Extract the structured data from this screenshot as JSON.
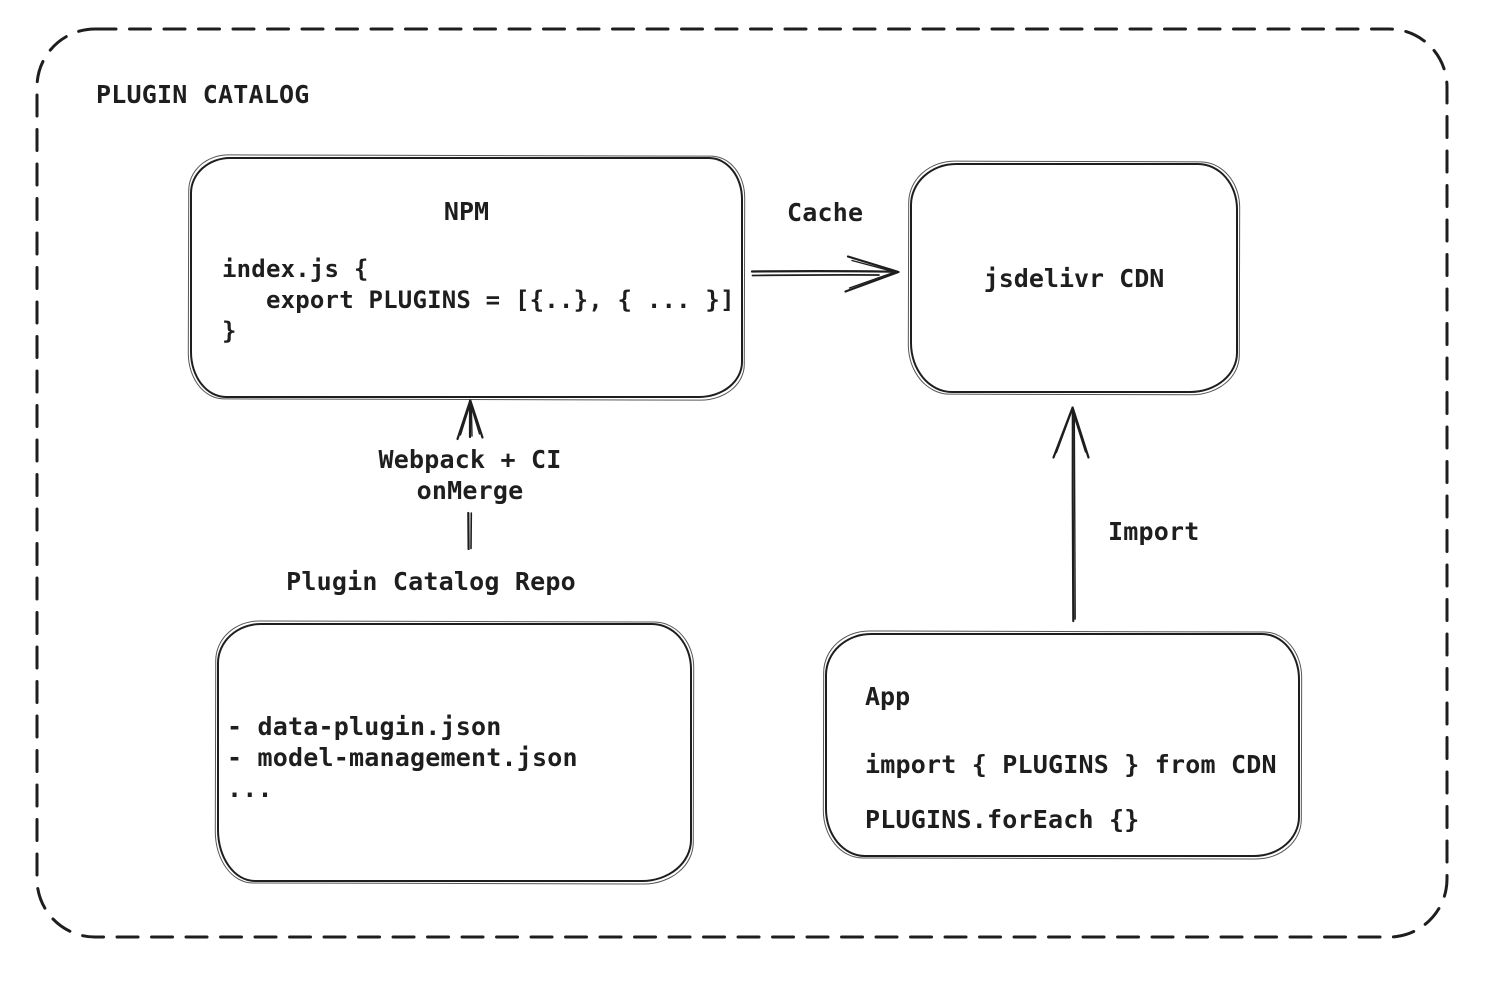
{
  "diagram": {
    "title": "PLUGIN CATALOG",
    "ink_color": "#1e1e1e",
    "background_color": "#ffffff",
    "nodes": {
      "npm": {
        "label": "NPM",
        "code": "index.js {\n   export PLUGINS = [{..}, { ... }]\n}"
      },
      "cdn": {
        "label": "jsdelivr CDN"
      },
      "repo": {
        "title": "Plugin Catalog Repo",
        "files": "- data-plugin.json\n- model-management.json\n..."
      },
      "app": {
        "label": "App",
        "import_line": "import { PLUGINS } from CDN",
        "foreach_line": "PLUGINS.forEach {}"
      }
    },
    "arrows": {
      "cache": {
        "label": "Cache",
        "from": "npm",
        "to": "cdn"
      },
      "build": {
        "label": "Webpack + CI\nonMerge",
        "from": "repo",
        "to": "npm"
      },
      "import": {
        "label": "Import",
        "from": "app",
        "to": "cdn"
      }
    }
  }
}
